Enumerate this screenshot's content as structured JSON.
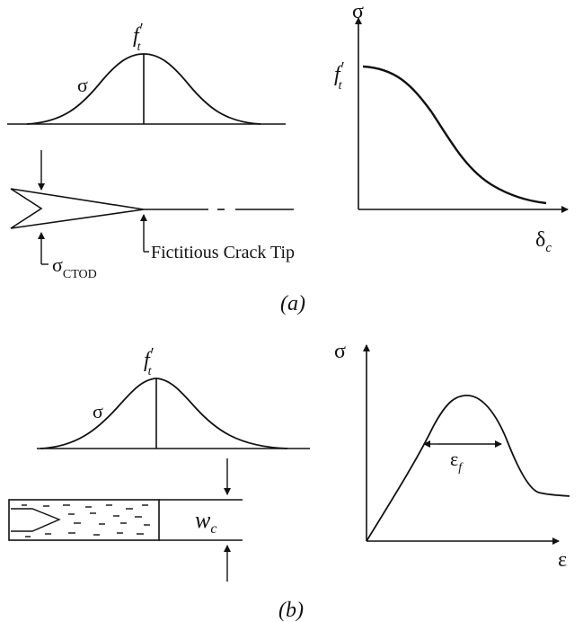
{
  "panel_a": {
    "caption": "(a)",
    "stress_symbol": "σ",
    "peak_label": {
      "base": "f",
      "prime": "′",
      "sub": "t"
    },
    "plot_y_label": "σ",
    "plot_y_peak": {
      "base": "f",
      "prime": "′",
      "sub": "t"
    },
    "plot_x_label": {
      "base": "δ",
      "sub": "c"
    },
    "ctod_label": {
      "base": "σ",
      "sub": "CTOD"
    },
    "crack_tip_label": "Fictitious Crack Tip"
  },
  "panel_b": {
    "caption": "(b)",
    "stress_symbol": "σ",
    "peak_label": {
      "base": "f",
      "prime": "′",
      "sub": "t"
    },
    "width_label": {
      "base": "w",
      "sub": "c"
    },
    "plot_y_label": "σ",
    "plot_x_label": "ε",
    "strain_label": {
      "base": "ε",
      "sub": "f"
    }
  },
  "colors": {
    "ink": "#111111",
    "background": "#ffffff"
  }
}
